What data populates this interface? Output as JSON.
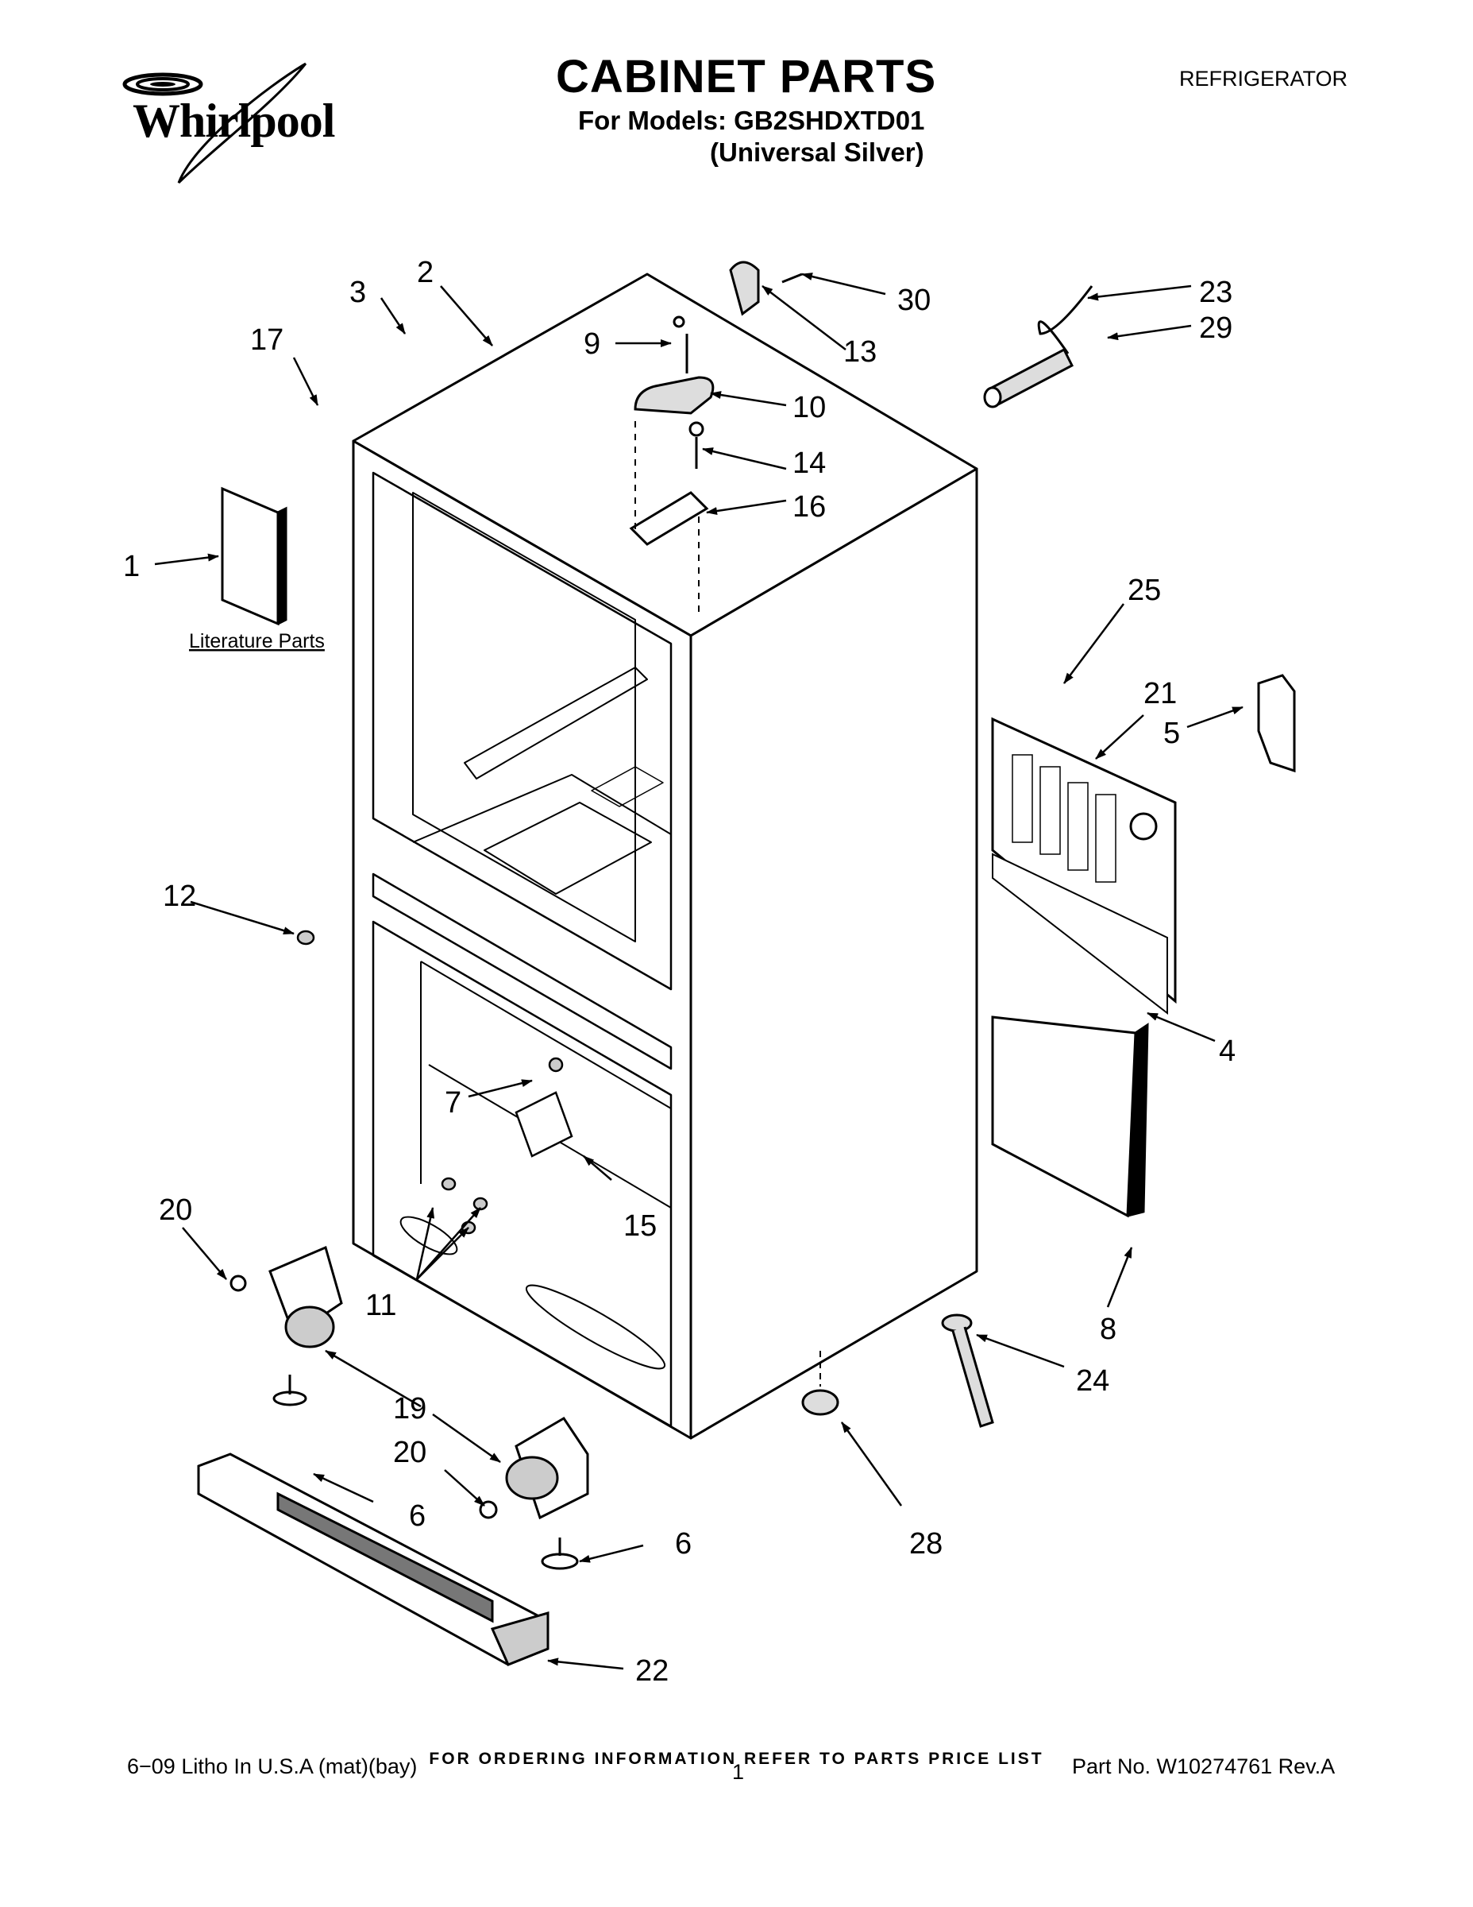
{
  "header": {
    "brand": "Whirlpool",
    "title": "CABINET PARTS",
    "models_line": "For Models: GB2SHDXTD01",
    "variant_line": "(Universal Silver)",
    "category": "REFRIGERATOR"
  },
  "diagram": {
    "literature_label": "Literature Parts",
    "callouts": [
      "1",
      "2",
      "3",
      "4",
      "5",
      "6",
      "6",
      "7",
      "8",
      "9",
      "10",
      "11",
      "12",
      "13",
      "14",
      "15",
      "16",
      "17",
      "19",
      "20",
      "20",
      "21",
      "22",
      "23",
      "24",
      "25",
      "28",
      "29",
      "30"
    ]
  },
  "footer": {
    "order_note": "FOR ORDERING INFORMATION REFER TO PARTS PRICE LIST",
    "litho": "6−09 Litho In U.S.A (mat)(bay)",
    "page": "1",
    "part_no": "Part No. W10274761 Rev.A"
  }
}
